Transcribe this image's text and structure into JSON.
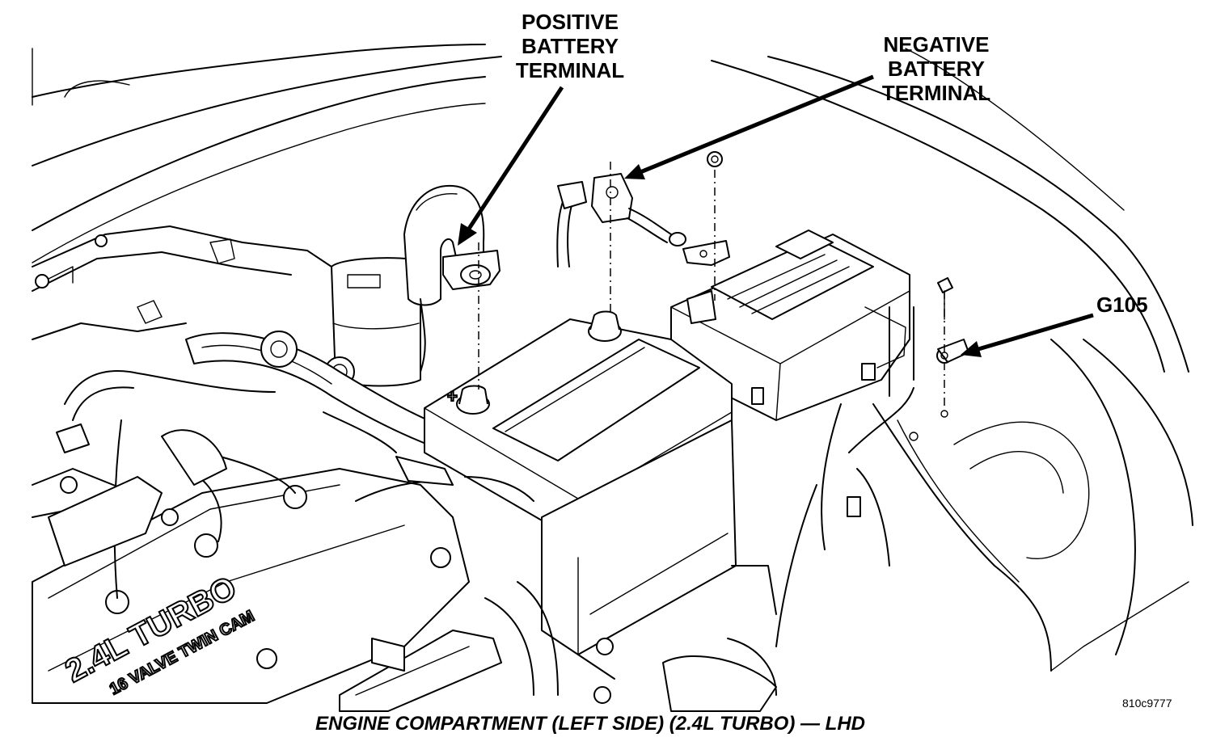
{
  "callouts": {
    "positive": [
      "POSITIVE",
      "BATTERY",
      "TERMINAL"
    ],
    "negative": [
      "NEGATIVE",
      "BATTERY",
      "TERMINAL"
    ],
    "ground": "G105"
  },
  "engine_text": {
    "line1": "2.4L TURBO",
    "line2": "16 VALVE TWIN CAM"
  },
  "battery_polarity": "+",
  "figure_id": "810c9777",
  "caption": "ENGINE COMPARTMENT (LEFT SIDE) (2.4L TURBO) — LHD"
}
